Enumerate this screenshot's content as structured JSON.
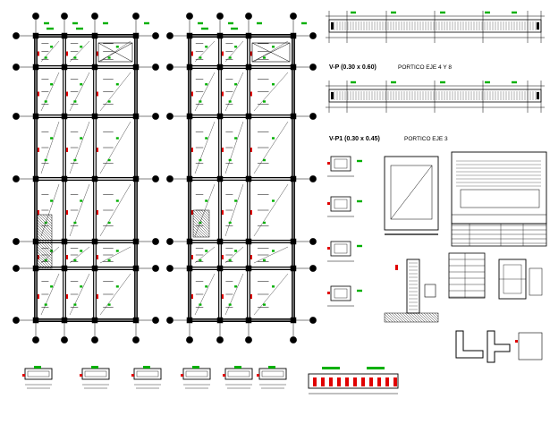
{
  "drawing": {
    "section_titles": {
      "beam_vp": "V-P (0.30 x 0.60)",
      "portico_4_8": "PORTICO EJE 4 Y 8",
      "beam_vp1": "V-P1 (0.30 x 0.45)",
      "portico_3": "PORTICO EJE 3"
    },
    "colors": {
      "line": "#000000",
      "dimension": "#00b000",
      "accent": "#e00000",
      "hatch": "#000000",
      "background": "#ffffff"
    }
  }
}
